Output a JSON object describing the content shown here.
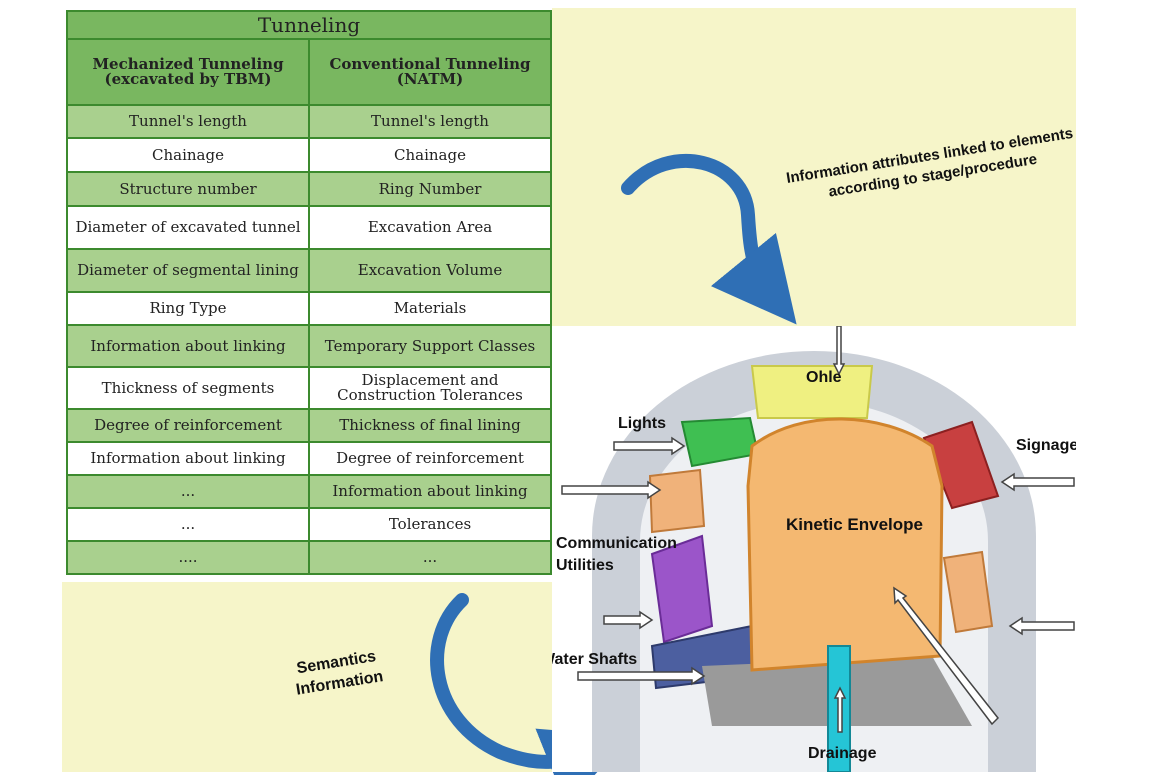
{
  "table": {
    "title": "Tunneling",
    "headers": [
      "Mechanized Tunneling (excavated by TBM)",
      "Conventional Tunneling (NATM)"
    ],
    "rows": [
      [
        "Tunnel's length",
        "Tunnel's length"
      ],
      [
        "Chainage",
        "Chainage"
      ],
      [
        "Structure number",
        "Ring Number"
      ],
      [
        "Diameter of excavated tunnel",
        "Excavation Area"
      ],
      [
        "Diameter of segmental lining",
        "Excavation Volume"
      ],
      [
        "Ring Type",
        "Materials"
      ],
      [
        "Information about linking",
        "Temporary Support Classes"
      ],
      [
        "Thickness of segments",
        "Displacement and Construction Tolerances"
      ],
      [
        "Degree of reinforcement",
        "Thickness of final lining"
      ],
      [
        "Information about linking",
        "Degree of reinforcement"
      ],
      [
        "...",
        "Information about linking"
      ],
      [
        "...",
        "Tolerances"
      ],
      [
        "....",
        "..."
      ]
    ]
  },
  "notes": {
    "attributes": "Information attributes linked to elements according to stage/procedure",
    "semantics": "Semantics Information"
  },
  "tunnel_labels": {
    "ohle": "Ohle",
    "lights": "Lights",
    "signage": "Signage",
    "kinetic": "Kinetic Envelope",
    "communication_1": "Communication",
    "communication_2": "Utilities",
    "water": "Water Shafts",
    "drainage": "Drainage"
  },
  "colors": {
    "table_header": "#79b760",
    "table_row_green": "#a9d08e",
    "table_border": "#3c8a2e",
    "arrow_blue": "#2f6fb5",
    "background_yellow": "#f6f5c9"
  }
}
